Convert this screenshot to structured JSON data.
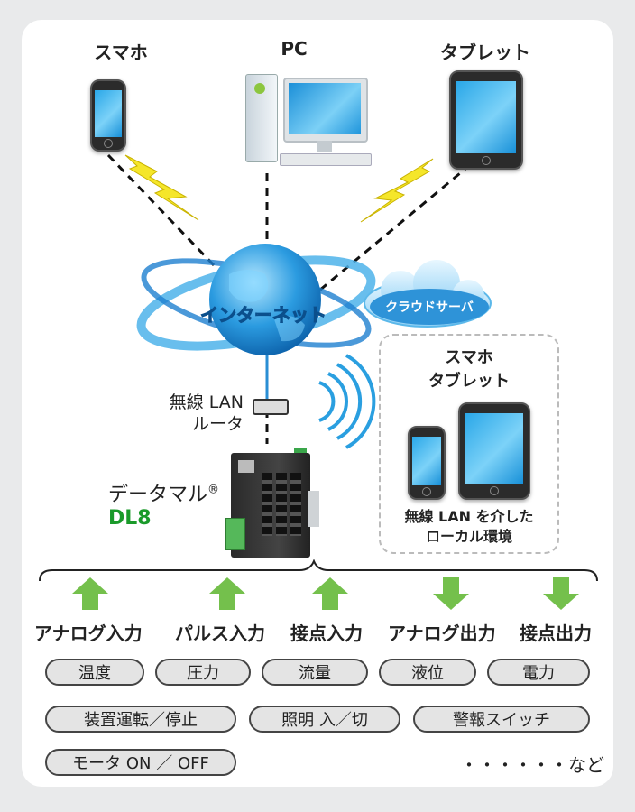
{
  "devices": {
    "smartphone": "スマホ",
    "pc": "PC",
    "tablet": "タブレット"
  },
  "network": {
    "internet": "インターネット",
    "cloud": "クラウドサーバ",
    "router_line1": "無線 LAN",
    "router_line2": "ルータ"
  },
  "product": {
    "name": "データマル",
    "mark": "®",
    "model": "DL8"
  },
  "local": {
    "title_line1": "スマホ",
    "title_line2": "タブレット",
    "caption_line1": "無線 LAN を介した",
    "caption_line2": "ローカル環境"
  },
  "io": [
    {
      "label": "アナログ入力",
      "direction": "in"
    },
    {
      "label": "パルス入力",
      "direction": "in"
    },
    {
      "label": "接点入力",
      "direction": "in"
    },
    {
      "label": "アナログ出力",
      "direction": "out"
    },
    {
      "label": "接点出力",
      "direction": "out"
    }
  ],
  "tags": {
    "row1": [
      "温度",
      "圧力",
      "流量",
      "液位",
      "電力"
    ],
    "row2": [
      "装置運転／停止",
      "照明 入／切",
      "警報スイッチ"
    ],
    "row3": [
      "モータ ON ／ OFF"
    ]
  },
  "etc": "・・・・・・など",
  "colors": {
    "accent_green": "#74c04c",
    "model_green": "#1a9a2a",
    "globe_blue": "#1f8fd8",
    "bolt_yellow": "#f5e62a"
  }
}
